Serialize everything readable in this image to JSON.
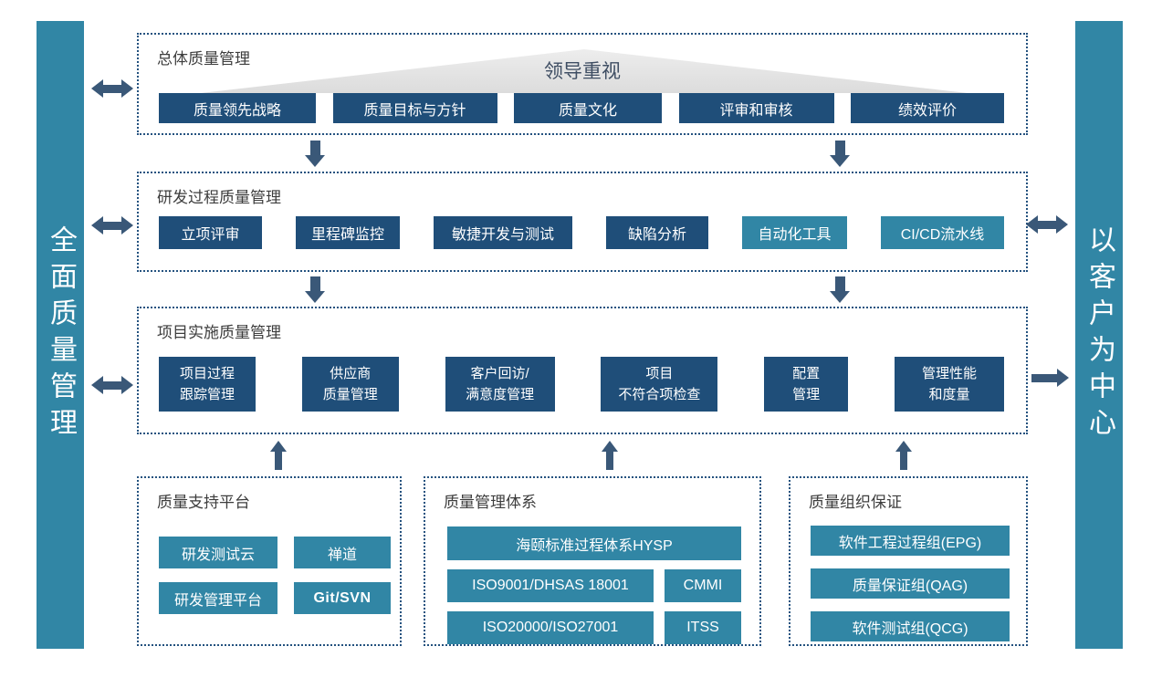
{
  "colors": {
    "navy": "#1F4E79",
    "teal": "#3186A5",
    "arrow": "#3A5878",
    "border": "#24527F"
  },
  "left_bar": {
    "label": "全面质量管理"
  },
  "right_bar": {
    "label": "以客户为中心"
  },
  "sections": {
    "overall": {
      "title": "总体质量管理",
      "banner": "领导重视",
      "buttons": [
        "质量领先战略",
        "质量目标与方针",
        "质量文化",
        "评审和审核",
        "绩效评价"
      ]
    },
    "rd_process": {
      "title": "研发过程质量管理",
      "buttons": [
        "立项评审",
        "里程碑监控",
        "敏捷开发与测试",
        "缺陷分析",
        "自动化工具",
        "CI/CD流水线"
      ]
    },
    "project": {
      "title": "项目实施质量管理",
      "buttons": [
        {
          "line1": "项目过程",
          "line2": "跟踪管理"
        },
        {
          "line1": "供应商",
          "line2": "质量管理"
        },
        {
          "line1": "客户回访/",
          "line2": "满意度管理"
        },
        {
          "line1": "项目",
          "line2": "不符合项检查"
        },
        {
          "line1": "配置",
          "line2": "管理"
        },
        {
          "line1": "管理性能",
          "line2": "和度量"
        }
      ]
    }
  },
  "bottom_boxes": {
    "support": {
      "title": "质量支持平台",
      "buttons": [
        "研发测试云",
        "禅道",
        "研发管理平台",
        "Git/SVN"
      ]
    },
    "system": {
      "title": "质量管理体系",
      "wide_button": "海颐标准过程体系HYSP",
      "rows": [
        {
          "left": "ISO9001/DHSAS 18001",
          "right": "CMMI"
        },
        {
          "left": "ISO20000/ISO27001",
          "right": "ITSS"
        }
      ]
    },
    "organization": {
      "title": "质量组织保证",
      "buttons": [
        "软件工程过程组(EPG)",
        "质量保证组(QAG)",
        "软件测试组(QCG)"
      ]
    }
  }
}
